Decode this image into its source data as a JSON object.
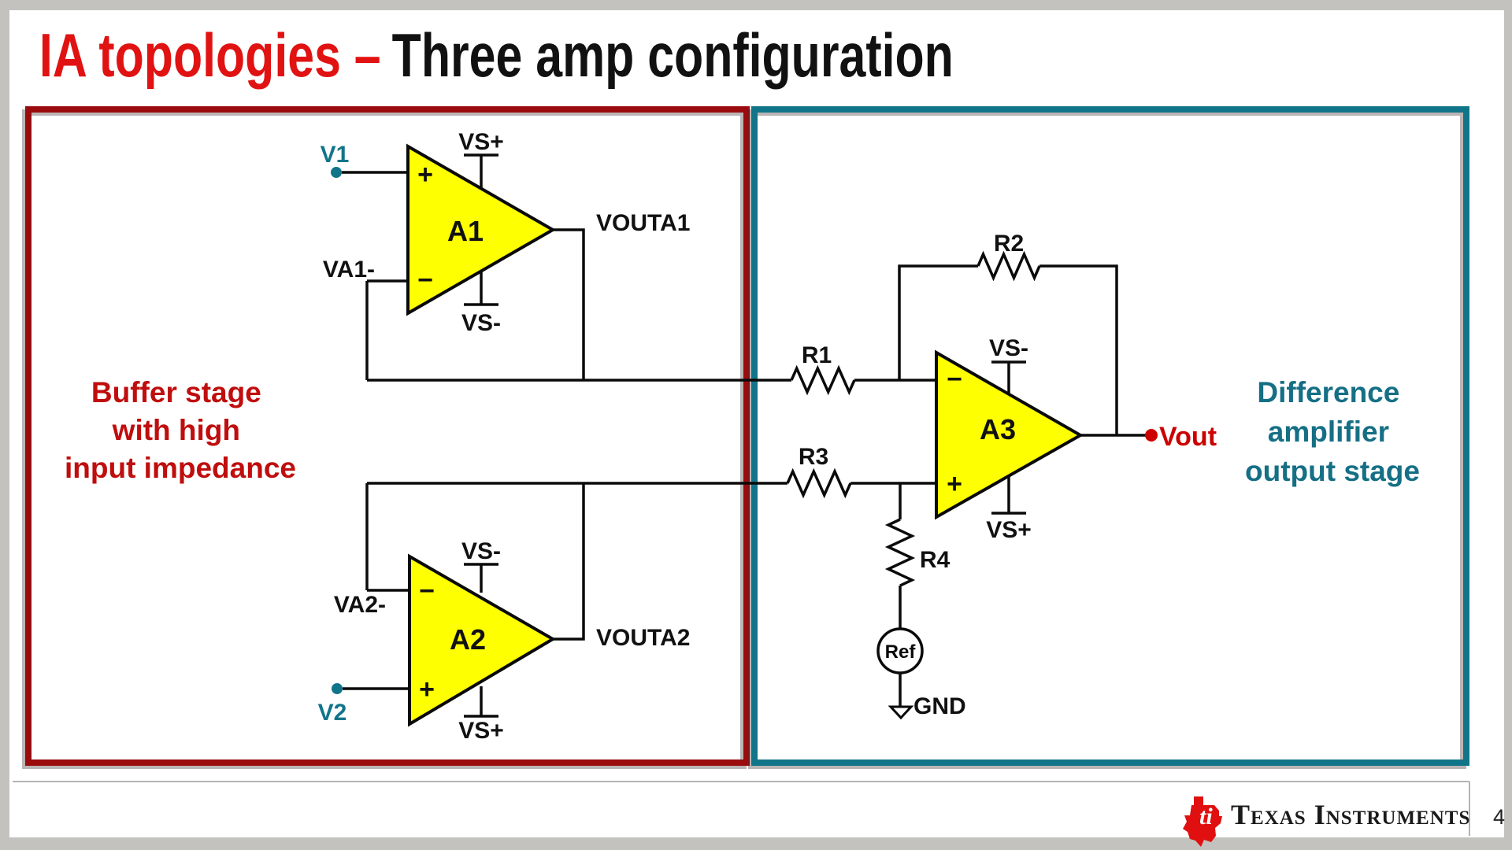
{
  "colors": {
    "background_gray": "#c3c2bf",
    "title_red": "#e11212",
    "text_black": "#111111",
    "box_red": "#9a0b0e",
    "caption_red": "#c00d0d",
    "teal": "#11758a",
    "teal_box": "#11758a",
    "caption_teal": "#156f85",
    "vout_red": "#cc0000",
    "yellow": "#feff00",
    "wire": "#0a0a0a",
    "footer_line": "#b3b3b3",
    "ti_red": "#e01010"
  },
  "title": {
    "highlight": "IA topologies –",
    "rest": "Three amp configuration"
  },
  "buffer_box": {
    "caption_lines": [
      "Buffer stage",
      "with high",
      "input impedance"
    ]
  },
  "difference_box": {
    "caption_lines": [
      "Difference",
      "amplifier",
      "output stage"
    ]
  },
  "circuit": {
    "a1": {
      "name": "A1",
      "plus": "+",
      "minus": "−",
      "vs_top": "VS+",
      "vs_bottom": "VS-",
      "input": "V1",
      "inv_input": "VA1-",
      "output": "VOUTA1"
    },
    "a2": {
      "name": "A2",
      "plus": "+",
      "minus": "−",
      "vs_top": "VS-",
      "vs_bottom": "VS+",
      "input": "V2",
      "inv_input": "VA2-",
      "output": "VOUTA2"
    },
    "a3": {
      "name": "A3",
      "plus": "+",
      "minus": "−",
      "vs_top": "VS-",
      "vs_bottom": "VS+",
      "output": "Vout"
    },
    "resistors": {
      "r1": "R1",
      "r2": "R2",
      "r3": "R3",
      "r4": "R4"
    },
    "ref_label": "Ref",
    "gnd_label": "GND"
  },
  "footer": {
    "brand": "Texas Instruments",
    "page_number": "4"
  }
}
